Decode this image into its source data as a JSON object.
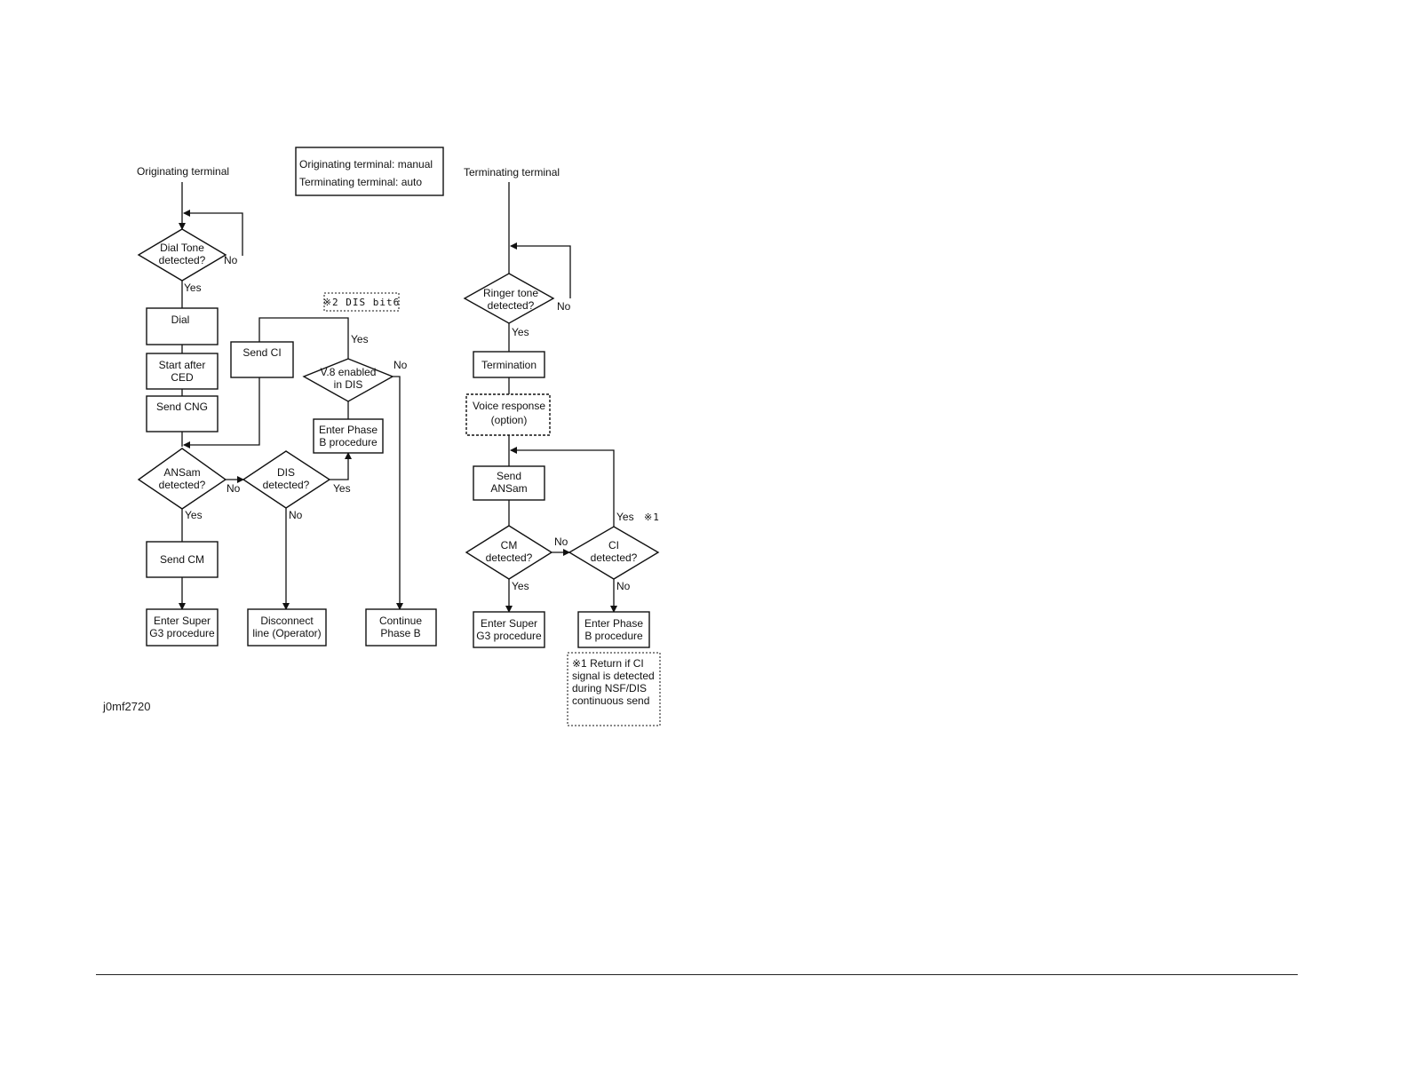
{
  "headings": {
    "originating": "Originating terminal",
    "terminating": "Terminating terminal"
  },
  "mode_box": {
    "line1": "Originating terminal: manual",
    "line2": "Terminating terminal: auto"
  },
  "note_dis_bit": "※2 DIS bit6",
  "originating": {
    "dial_tone_1": "Dial Tone",
    "dial_tone_2": "detected?",
    "dial": "Dial",
    "start_after_1": "Start after",
    "start_after_2": "CED",
    "send_cng": "Send CNG",
    "send_ci": "Send CI",
    "ansam_1": "ANSam",
    "ansam_2": "detected?",
    "dis_1": "DIS",
    "dis_2": "detected?",
    "v8_1": "V.8 enabled",
    "v8_2": "in DIS",
    "enter_phase_b_1": "Enter Phase",
    "enter_phase_b_2": "B procedure",
    "send_cm": "Send CM",
    "super_g3_1": "Enter Super",
    "super_g3_2": "G3 procedure",
    "disconnect_1": "Disconnect",
    "disconnect_2": "line (Operator)",
    "continue_1": "Continue",
    "continue_2": "Phase B"
  },
  "terminating": {
    "ringer_1": "Ringer tone",
    "ringer_2": "detected?",
    "termination": "Termination",
    "voice_1": "Voice response",
    "voice_2": "(option)",
    "send_ansam_1": "Send",
    "send_ansam_2": "ANSam",
    "cm_1": "CM",
    "cm_2": "detected?",
    "ci_1": "CI",
    "ci_2": "detected?",
    "super_g3_1": "Enter Super",
    "super_g3_2": "G3 procedure",
    "phase_b_1": "Enter Phase",
    "phase_b_2": "B procedure",
    "note_mark": "※1",
    "note_1": "※1 Return if CI",
    "note_2": "signal is detected",
    "note_3": "during NSF/DIS",
    "note_4": "continuous send"
  },
  "labels": {
    "yes": "Yes",
    "no": "No"
  },
  "figure_id": "j0mf2720"
}
